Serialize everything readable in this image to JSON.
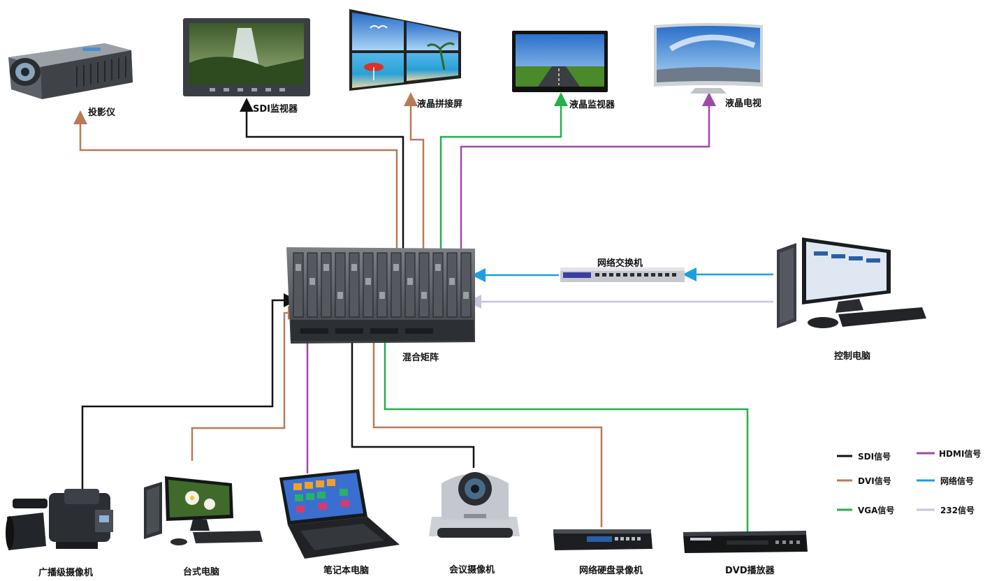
{
  "devices": {
    "projector": "投影仪",
    "sdi_monitor": "SDI监视器",
    "lcd_splice": "液晶拼接屏",
    "lcd_monitor": "液晶监视器",
    "lcd_tv": "液晶电视",
    "matrix": "混合矩阵",
    "switch": "网络交换机",
    "control_pc": "控制电脑",
    "broadcast_cam": "广播级摄像机",
    "desktop_pc": "台式电脑",
    "laptop": "笔记本电脑",
    "conf_cam": "会议摄像机",
    "nvr": "网络硬盘录像机",
    "dvd": "DVD播放器"
  },
  "legend": {
    "sdi": "SDI信号",
    "hdmi": "HDMI信号",
    "dvi": "DVI信号",
    "network": "网络信号",
    "vga": "VGA信号",
    "rs232": "232信号"
  },
  "colors": {
    "sdi": "#111111",
    "dvi": "#b97a56",
    "vga": "#22b04c",
    "hdmi": "#9b4aa6",
    "network": "#1e9ee0",
    "rs232": "#c8c3dc"
  }
}
